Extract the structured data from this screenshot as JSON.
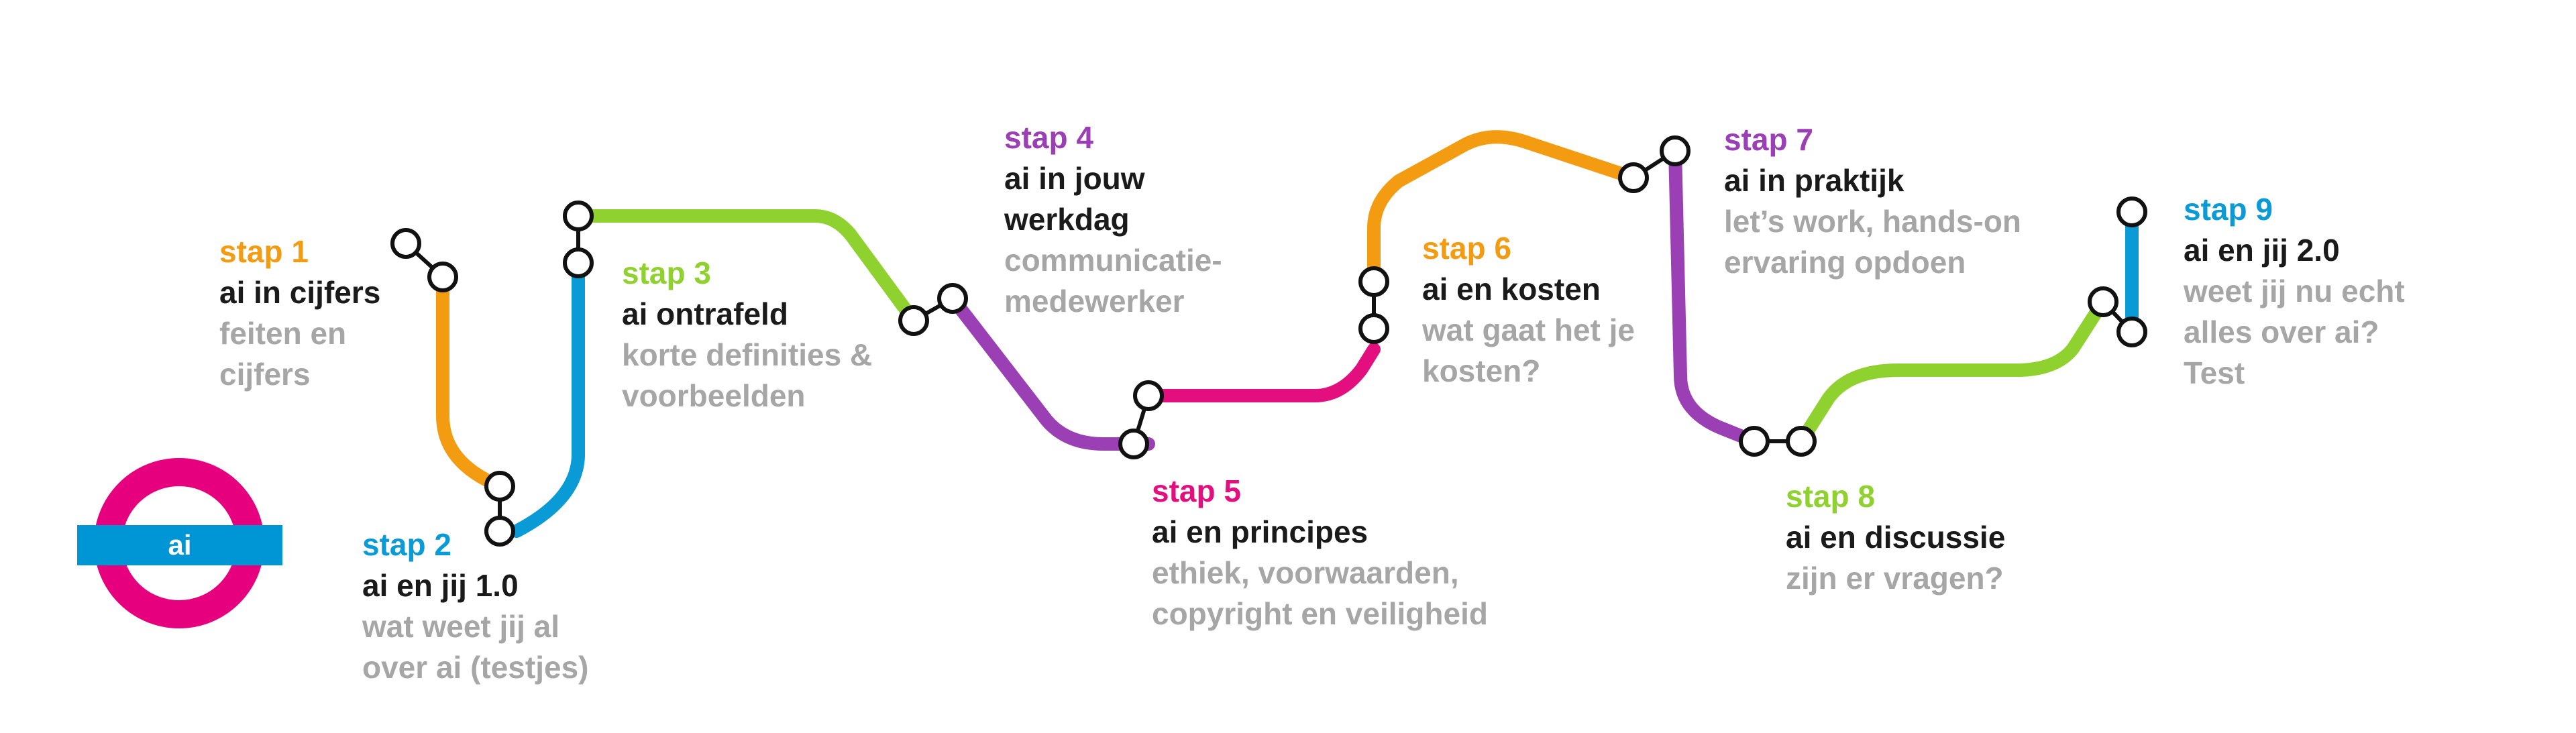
{
  "logo": {
    "label": "ai",
    "ring_color": "#e6007e",
    "bar_color": "#0096d6"
  },
  "colors": {
    "orange": "#f39c12",
    "blue": "#0a9ad6",
    "green": "#8fd12f",
    "purple": "#9b3fb5",
    "pink": "#e30f7e"
  },
  "stops": [
    {
      "number": "stap 1",
      "title": "ai in cijfers",
      "description": "feiten en cijfers",
      "color": "orange"
    },
    {
      "number": "stap 2",
      "title": "ai en jij 1.0",
      "description": "wat weet jij al over ai (testjes)",
      "color": "blue"
    },
    {
      "number": "stap 3",
      "title": "ai ontrafeld",
      "description": "korte definities & voorbeelden",
      "color": "green"
    },
    {
      "number": "stap 4",
      "title": "ai in jouw werkdag",
      "description": "communicatie-medewerker",
      "color": "purple"
    },
    {
      "number": "stap 5",
      "title": "ai en principes",
      "description": "ethiek, voorwaarden, copyright en veiligheid",
      "color": "pink"
    },
    {
      "number": "stap 6",
      "title": "ai en kosten",
      "description": "wat gaat het je kosten?",
      "color": "orange"
    },
    {
      "number": "stap 7",
      "title": "ai in praktijk",
      "description": "let’s work, hands-on ervaring opdoen",
      "color": "purple"
    },
    {
      "number": "stap 8",
      "title": "ai en discussie",
      "description": "zijn er vragen?",
      "color": "green"
    },
    {
      "number": "stap 9",
      "title": "ai en jij 2.0",
      "description": "weet jij nu echt alles over ai? Test",
      "color": "blue"
    }
  ]
}
